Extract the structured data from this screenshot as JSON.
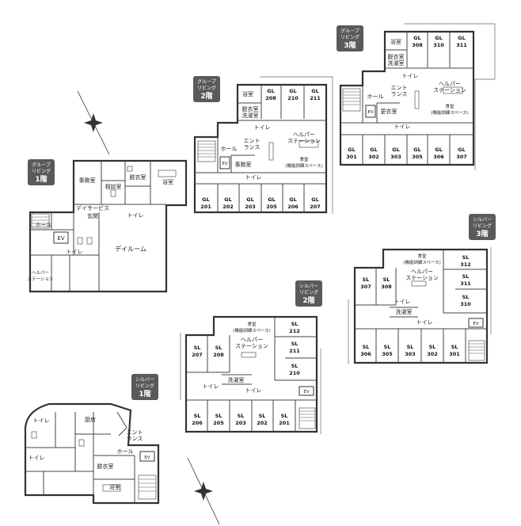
{
  "tags": {
    "group1": {
      "line1": "グループ",
      "line2": "リビング",
      "floor": "1階"
    },
    "group2": {
      "line1": "グループ",
      "line2": "リビング",
      "floor": "2階"
    },
    "group3": {
      "line1": "グループ",
      "line2": "リビング",
      "floor": "3階"
    },
    "silver1": {
      "line1": "シルバー",
      "line2": "リビング",
      "floor": "1階"
    },
    "silver2": {
      "line1": "シルバー",
      "line2": "リビング",
      "floor": "2階"
    },
    "silver3": {
      "line1": "シルバー",
      "line2": "リビング",
      "floor": "3階"
    }
  },
  "group1": {
    "office": "事務室",
    "consult": "相談室",
    "dressing": "脱衣室",
    "bath": "浴室",
    "entrance_a": "デイサービス",
    "entrance_b": "玄関",
    "toilet1": "トイレ",
    "toilet2": "トイレ",
    "hall": "ホール",
    "ev": "EV",
    "dayroom": "デイルーム",
    "helper_a": "ヘルパー",
    "helper_b": "ステーション"
  },
  "group2": {
    "bath": "浴室",
    "dressing_a": "脱衣室",
    "dressing_b": "洗濯室",
    "toilet1": "トイレ",
    "toilet2": "トイレ",
    "entrance_a": "エント",
    "entrance_b": "ランス",
    "hall": "ホール",
    "ev": "EV",
    "office": "事務室",
    "helper_a": "ヘルパー",
    "helper_b": "ステーション",
    "dining_a": "食堂",
    "dining_b": "(機能訓練スペース)",
    "rooms_top": [
      "208",
      "210",
      "211"
    ],
    "rooms_bottom": [
      "201",
      "202",
      "203",
      "205",
      "206",
      "207"
    ],
    "prefix": "GL"
  },
  "group3": {
    "bath": "浴室",
    "dressing_a": "脱衣室",
    "dressing_b": "洗濯室",
    "toilet1": "トイレ",
    "toilet2": "トイレ",
    "entrance_a": "エント",
    "entrance_b": "ランス",
    "hall": "ホール",
    "ev": "EV",
    "locker": "更衣室",
    "helper_a": "ヘルパー",
    "helper_b": "ステーション",
    "dining_a": "食堂",
    "dining_b": "(機能訓練スペース)",
    "rooms_top": [
      "308",
      "310",
      "311"
    ],
    "rooms_bottom": [
      "301",
      "302",
      "303",
      "305",
      "306",
      "307"
    ],
    "prefix": "GL"
  },
  "silver1": {
    "toilet1": "トイレ",
    "kitchen": "厨房",
    "entrance_a": "エント",
    "entrance_b": "ランス",
    "hall": "ホール",
    "ev": "EV",
    "toilet2": "トイレ",
    "dressing": "脱衣室",
    "bath": "浴室"
  },
  "silver2": {
    "dining_a": "食堂",
    "dining_b": "(機能訓練スペース)",
    "helper_a": "ヘルパー",
    "helper_b": "ステーション",
    "laundry": "洗濯室",
    "toilet1": "トイレ",
    "toilet2": "トイレ",
    "ev": "EV",
    "rooms_left": [
      "207",
      "208"
    ],
    "rooms_right": [
      "212",
      "211",
      "210"
    ],
    "rooms_bottom": [
      "206",
      "205",
      "203",
      "202",
      "201"
    ],
    "prefix": "SL"
  },
  "silver3": {
    "dining_a": "食堂",
    "dining_b": "(機能訓練スペース)",
    "helper_a": "ヘルパー",
    "helper_b": "ステーション",
    "laundry": "洗濯室",
    "toilet1": "トイレ",
    "toilet2": "トイレ",
    "ev": "EV",
    "rooms_left": [
      "307",
      "308"
    ],
    "rooms_right": [
      "312",
      "311",
      "310"
    ],
    "rooms_bottom": [
      "306",
      "305",
      "303",
      "302",
      "301"
    ],
    "prefix": "SL"
  }
}
